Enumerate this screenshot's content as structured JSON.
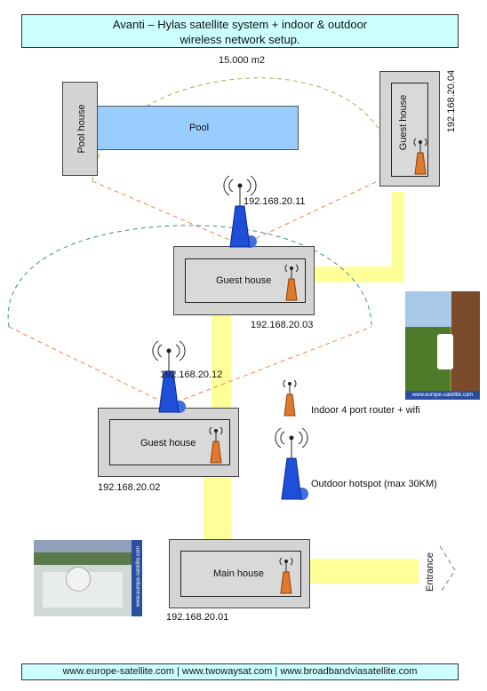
{
  "header": {
    "title_line1": "Avanti – Hylas satellite system + indoor & outdoor",
    "title_line2": "wireless network setup."
  },
  "area_label": "15.000 m2",
  "pool": {
    "label": "Pool"
  },
  "buildings": {
    "pool_house": "Pool house",
    "guest_house_top_right": "Guest house",
    "guest_house_middle": "Guest house",
    "guest_house_lower": "Guest house",
    "main_house": "Main house"
  },
  "ips": {
    "guest_house_top_right": "192.168.20.04",
    "hotspot_top": "192.168.20.11",
    "guest_house_middle": "192.168.20.03",
    "hotspot_middle": "192.168.20.12",
    "guest_house_lower": "192.168.20.02",
    "main_house": "192.168.20.01"
  },
  "legend": {
    "indoor": "Indoor 4 port router + wifi",
    "outdoor": "Outdoor hotspot (max 30KM)"
  },
  "entrance": "Entrance",
  "photos": {
    "watermark": "www.europe-satellite.com"
  },
  "footer": "www.europe-satellite.com | www.twowaysat.com | www.broadbandviasatellite.com",
  "colors": {
    "title_bg": "#ccffff",
    "pool": "#99ccff",
    "building": "#d4d4d4",
    "cable": "#ffff99",
    "indoor_router": "#e07a2a",
    "outdoor_hotspot": "#1f4fd8",
    "coverage_orange": "#ff7f3f",
    "coverage_green": "#8fbf4f",
    "coverage_teal": "#3f8f8f"
  }
}
